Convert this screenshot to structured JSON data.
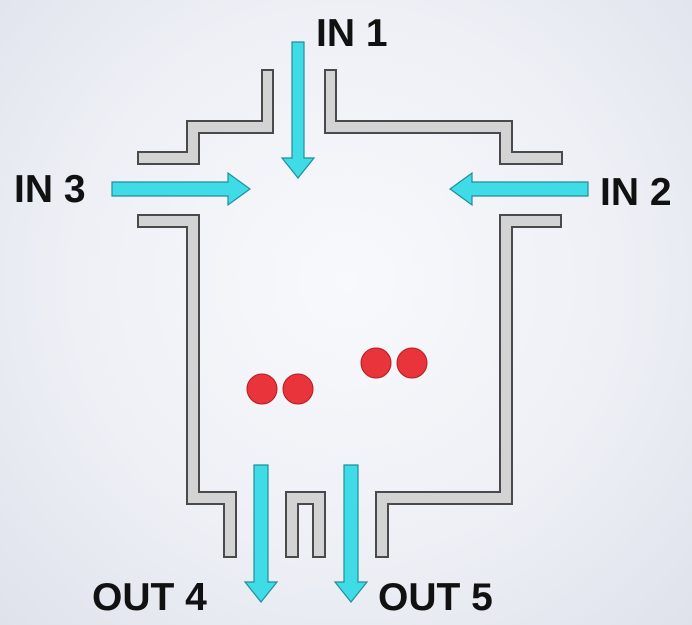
{
  "labels": {
    "in_1": "IN 1",
    "in_2": "IN 2",
    "in_3": "IN 3",
    "out_4": "OUT 4",
    "out_5": "OUT 5"
  },
  "colors": {
    "flow_arrow": "#3fdbe6",
    "particle": "#e8343a",
    "wall": "#d3d3d3",
    "wall_outline": "#4a4a4a"
  },
  "particle_count": 4
}
